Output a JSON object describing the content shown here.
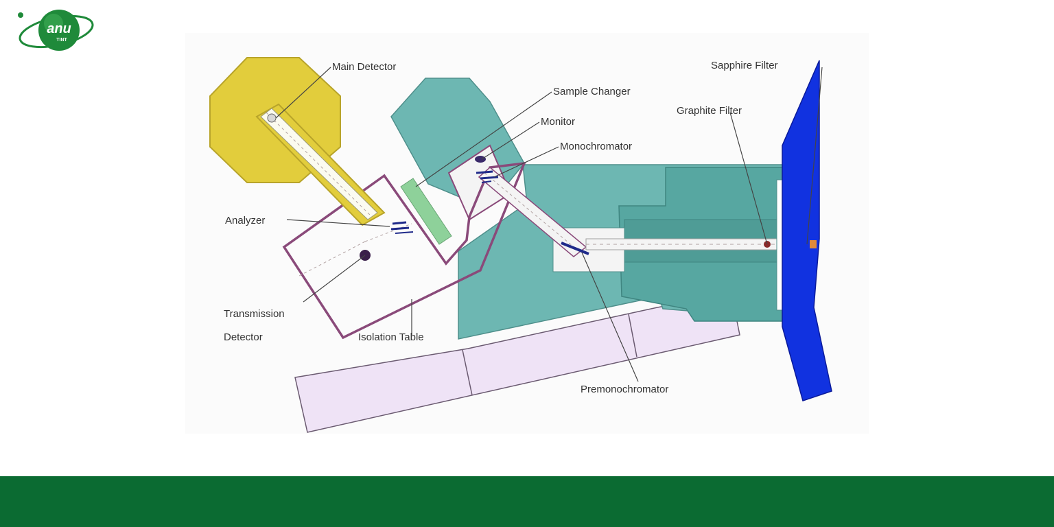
{
  "logo": {
    "text": "anu",
    "subtext": "TINT"
  },
  "diagram": {
    "labels": {
      "main_detector": "Main Detector",
      "sample_changer": "Sample Changer",
      "monitor": "Monitor",
      "monochromator": "Monochromator",
      "sapphire_filter": "Sapphire Filter",
      "graphite_filter": "Graphite Filter",
      "analyzer": "Analyzer",
      "transmission": "Transmission",
      "detector": "Detector",
      "isolation_table": "Isolation Table",
      "premonochromator": "Premonochromator"
    }
  },
  "colors": {
    "footer": "#0b6b32",
    "logo_green": "#1f8a3a",
    "detector_yellow": "#e2cd3c",
    "shield_teal": "#5fb2ad",
    "sapphire_blue": "#1132e0",
    "table_lavender": "#efe3f6",
    "isolation_outline": "#8a4a7a"
  }
}
